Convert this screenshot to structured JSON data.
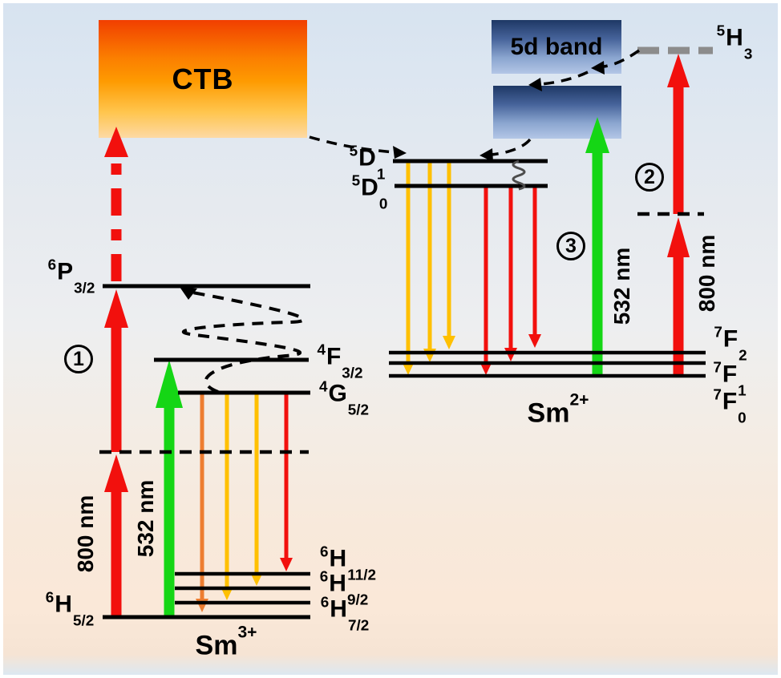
{
  "figure": {
    "type": "energy-level-diagram",
    "description_visible_text_only": true
  },
  "sm3": {
    "ctb_label": "CTB",
    "ion_label": {
      "main": "Sm",
      "sup": "3+"
    },
    "pump_800": "800 nm",
    "pump_532": "532 nm",
    "process_1": "1",
    "levels": {
      "p32": {
        "sup": "6",
        "main": "P",
        "sub": "3/2"
      },
      "f32": {
        "sup": "4",
        "main": "F",
        "sub": "3/2"
      },
      "g52": {
        "sup": "4",
        "main": "G",
        "sub": "5/2"
      },
      "h112": {
        "sup": "6",
        "main": "H",
        "sub": "11/2"
      },
      "h92": {
        "sup": "6",
        "main": "H",
        "sub": "9/2"
      },
      "h72": {
        "sup": "6",
        "main": "H",
        "sub": "7/2"
      },
      "h52": {
        "sup": "6",
        "main": "H",
        "sub": "5/2"
      }
    }
  },
  "sm2": {
    "band_label": "5d band",
    "ion_label": {
      "main": "Sm",
      "sup": "2+"
    },
    "pump_800": "800 nm",
    "pump_532": "532 nm",
    "process_2": "2",
    "process_3": "3",
    "levels": {
      "h3": {
        "sup": "5",
        "main": "H",
        "sub": "3"
      },
      "d1": {
        "sup": "5",
        "main": "D",
        "sub": "1"
      },
      "d0": {
        "sup": "5",
        "main": "D",
        "sub": "0"
      },
      "f2": {
        "sup": "7",
        "main": "F",
        "sub": "2"
      },
      "f1": {
        "sup": "7",
        "main": "F",
        "sub": "1"
      },
      "f0": {
        "sup": "7",
        "main": "F",
        "sub": "0"
      }
    }
  },
  "colors": {
    "pump_red": "#f2100d",
    "pump_green": "#15d615",
    "emission_amber": "#ffc000",
    "emission_orange": "#ed7d31",
    "emission_red": "#f2100d",
    "level_black": "#000000",
    "h3_gray": "#8c8c8c",
    "squiggle_gray": "#4d4d4d",
    "ctb_gradient_top": "#f13f00",
    "ctb_gradient_bottom": "#fdd9a4",
    "band_gradient_top": "#1e3865",
    "band_gradient_bottom": "#b3c6e6",
    "background_top": "#d7e3f0",
    "background_bottom": "#fae8d8"
  }
}
